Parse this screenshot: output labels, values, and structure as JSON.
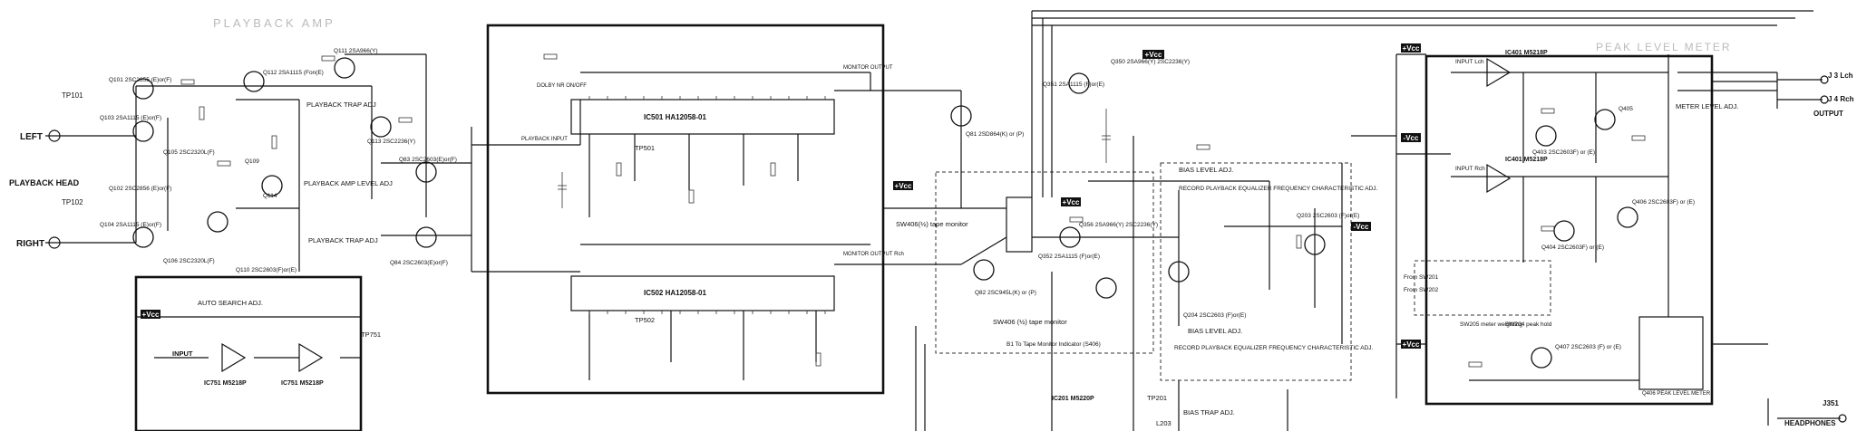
{
  "sections": {
    "playback_amp": "PLAYBACK AMP",
    "peak_level_meter": "PEAK LEVEL METER"
  },
  "inputs": {
    "left": "LEFT",
    "right": "RIGHT",
    "playback_head": "PLAYBACK HEAD",
    "tp101": "TP101",
    "tp102": "TP102"
  },
  "outputs": {
    "j3_lch": "J 3  Lch",
    "j4_rch": "J 4  Rch",
    "output": "OUTPUT",
    "headphones": "HEADPHONES",
    "j351": "J351"
  },
  "transistors": {
    "q101": "Q101 2SC2855 (E)or(F)",
    "q103": "Q103 2SA1115 (E)or(F)",
    "q105": "Q105 2SC2320L(F)",
    "q102": "Q102 2SC2856 (E)or(F)",
    "q104": "Q104 2SA1115 (E)or(F)",
    "q106": "Q106 2SC2320L(F)",
    "q109": "Q109",
    "q110": "Q110 2SC2603(F)or(E)",
    "q111": "Q111 2SA966(Y)",
    "q112": "Q112 2SA1115 (Fon(E)",
    "q113": "Q113 2SC2236(Y)",
    "q114": "Q114",
    "q83": "Q83 2SC2603(E)or(F)",
    "q84": "Q84 2SC2603(E)or(F)",
    "q81": "Q81 2SD864(K) or (P)",
    "q82": "Q82 2SC945L(K) or (P)",
    "q350": "Q350 2SA966(Y) 2SC2236(Y)",
    "q351": "Q351 2SA1115 (F)or(E)",
    "q352": "Q352 2SA1115 (F)or(E)",
    "q356": "Q356 2SA966(Y) 2SC2236(Y)",
    "q203": "Q203 2SC2603 (F)or(E)",
    "q204": "Q204 2SC2603 (F)or(E)",
    "q405": "Q405",
    "q403": "Q403 2SC2603F) or (E)",
    "q406": "Q406 2SC2603F) or (E)",
    "q404": "Q404 2SC2603F) or (E)",
    "q407": "Q407 2SC2603 (F) or (E)"
  },
  "ics": {
    "ic501": "IC501  HA12058-01",
    "ic502": "IC502  HA12058-01",
    "ic401a": "IC401 M5218P",
    "ic401b": "IC401 M5218P",
    "ic751a": "IC751 M5218P",
    "ic751b": "IC751 M5218P",
    "ic201": "IC201 M5220P",
    "q406_meter": "Q406 PEAK LEVEL METER"
  },
  "labels": {
    "playback_trap_adj": "PLAYBACK TRAP ADJ",
    "playback_amp_level_adj": "PLAYBACK AMP LEVEL ADJ",
    "playback_trap_adj2": "PLAYBACK TRAP ADJ",
    "auto_search_adj": "AUTO SEARCH ADJ.",
    "input": "INPUT",
    "tp751": "TP751",
    "tp501": "TP501",
    "tp502": "TP502",
    "tp201": "TP201",
    "sw406_1": "SW406(½) tape monitor",
    "sw406_2": "SW406 (½) tape monitor",
    "tape_monitor_indicator": "B1  To Tape Monitor Indicator (S406)",
    "bias_level_adj": "BIAS LEVEL ADJ.",
    "record_playback_eq": "RECORD PLAYBACK EQUALIZER FREQUENCY CHARACTERISTIC ADJ.",
    "bias_level_adj2": "BIAS LEVEL ADJ.",
    "record_playback_eq2": "RECORD PLAYBACK EQUALIZER FREQUENCY CHARACTERISTIC ADJ.",
    "meter_level_adj": "METER LEVEL ADJ.",
    "sw205": "SW205 meter weighting",
    "sw204": "SW204 peak hold",
    "from_sw201": "From SW201",
    "from_sw202": "From SW202",
    "input_lch": "INPUT Lch",
    "input_rch": "INPUT Rch",
    "bias_trap_adj": "BIAS TRAP ADJ.",
    "l203": "L203",
    "dolby_nr": "DOLBY NR ON/OFF",
    "playback_input": "PLAYBACK INPUT",
    "monitor_output": "MONITOR OUTPUT",
    "monitor_output_rch": "MONITOR OUTPUT Rch"
  },
  "rails": {
    "pvcc": "+Vcc",
    "mvcc": "-Vcc"
  }
}
